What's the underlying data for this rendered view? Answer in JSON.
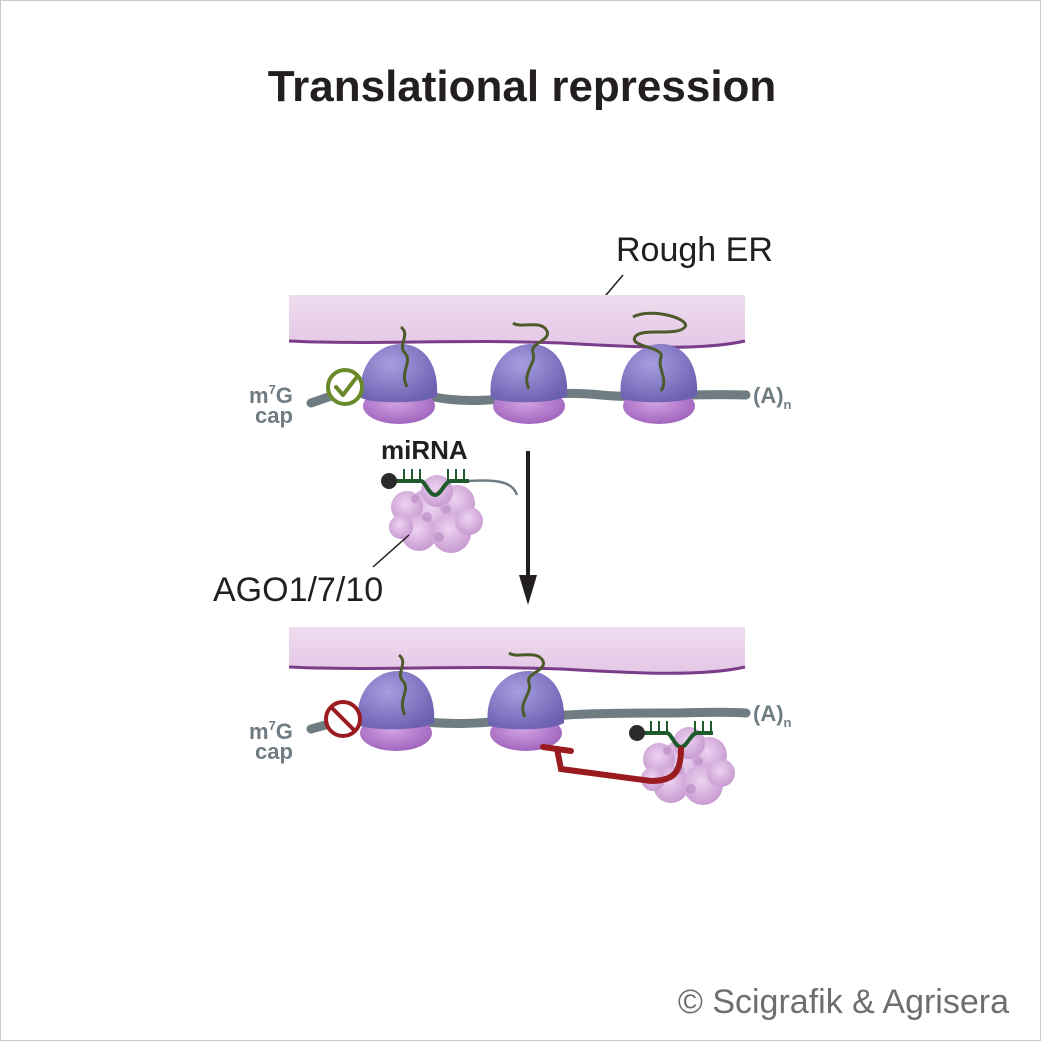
{
  "title": "Translational repression",
  "labels": {
    "rough_er": "Rough ER",
    "mirna": "miRNA",
    "ago": "AGO1/7/10",
    "cap_m": "m",
    "cap_sup": "7",
    "cap_g": "G",
    "cap_word": "cap",
    "polya": "(A)",
    "polya_sub": "n"
  },
  "copyright": "© Scigrafik & Agrisera",
  "colors": {
    "er_fill": "#e8cfe8",
    "er_edge": "#7a3d8a",
    "ribosome_large": "#8c82c8",
    "ribosome_small": "#b27cc8",
    "mrna": "#6f7d82",
    "peptide": "#4d5b2a",
    "mirna": "#1e5a2c",
    "ago": "#cfa6d6",
    "check": "#6a8a2a",
    "block": "#9b1c20"
  }
}
